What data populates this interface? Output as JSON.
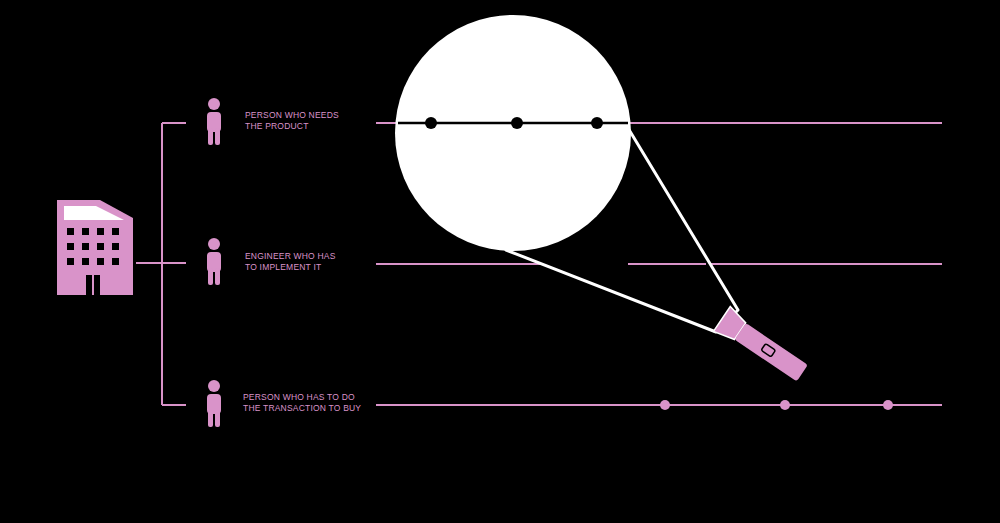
{
  "diagram": {
    "labels": [
      "PERSON WHO NEEDS THE PRODUCT",
      "ENGINEER WHO HAS TO IMPLEMENT IT",
      "PERSON WHO HAS TO DO THE TRANSACTION TO BUY"
    ]
  }
}
